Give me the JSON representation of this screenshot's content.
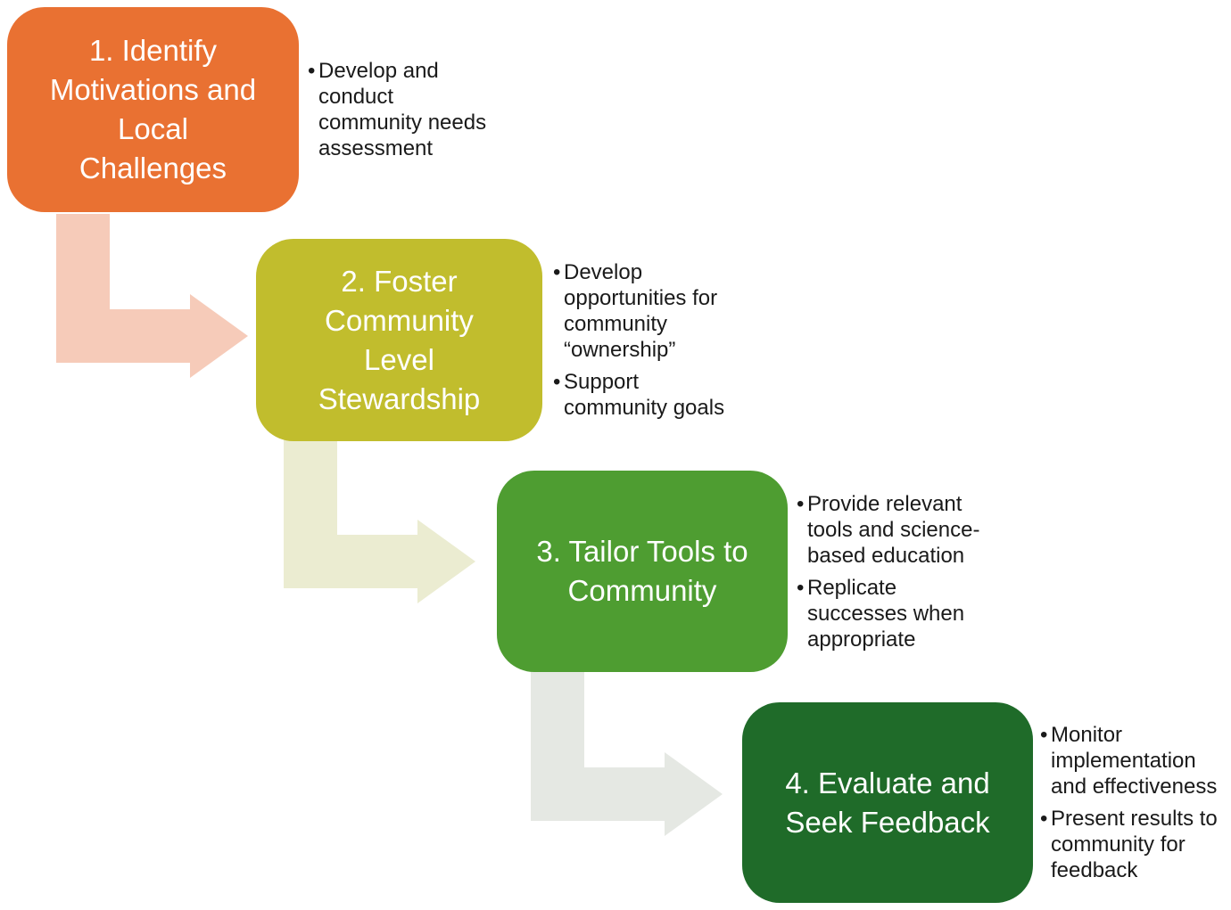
{
  "background_color": "#FFFFFF",
  "text_color": "#1A1A1A",
  "title_color": "#FFFFFF",
  "bullet_char": "•",
  "steps": [
    {
      "label": "step-1",
      "title": "1. Identify\nMotivations and\nLocal\nChallenges",
      "box_color": "#E97132",
      "arrow_color": "#F6CBB9",
      "bullets": [
        "Develop and\nconduct\ncommunity needs\nassessment"
      ]
    },
    {
      "label": "step-2",
      "title": "2. Foster\nCommunity\nLevel\nStewardship",
      "box_color": "#C1BD2D",
      "arrow_color": "#EBECD1",
      "bullets": [
        "Develop\nopportunities for\ncommunity\n“ownership”",
        "Support\ncommunity goals"
      ]
    },
    {
      "label": "step-3",
      "title": "3. Tailor Tools to\nCommunity",
      "box_color": "#4E9D31",
      "arrow_color": "#E5E8E3",
      "bullets": [
        "Provide relevant\ntools and science-\nbased education",
        "Replicate\nsuccesses when\nappropriate"
      ]
    },
    {
      "label": "step-4",
      "title": "4. Evaluate and\nSeek Feedback",
      "box_color": "#1F6B29",
      "bullets": [
        "Monitor\nimplementation\nand effectiveness",
        "Present results to\ncommunity for\nfeedback"
      ]
    }
  ]
}
